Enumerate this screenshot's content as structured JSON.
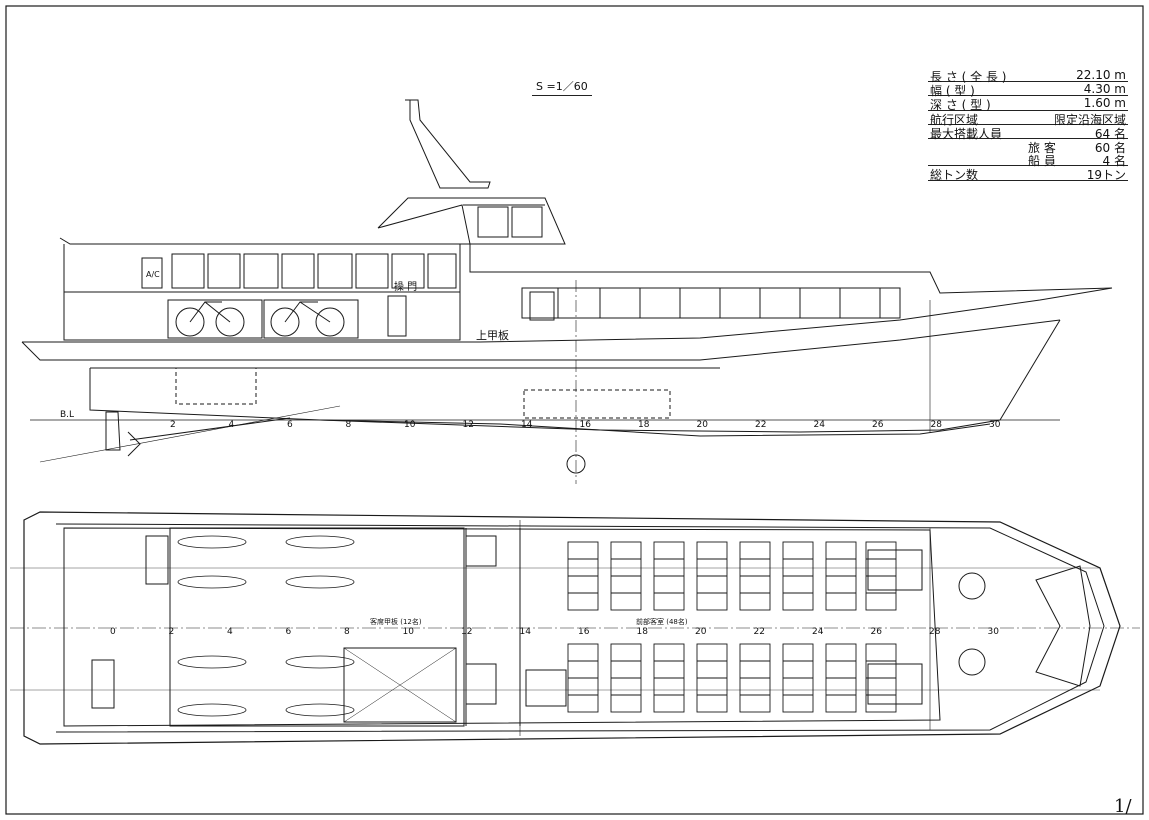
{
  "scale": "S =1／60",
  "page_number": "1/",
  "specs": [
    {
      "label": "長 さ ( 全 長 )",
      "value": "22.10 m",
      "indent": false
    },
    {
      "label": "幅 ( 型 )",
      "value": "4.30 m",
      "indent": false
    },
    {
      "label": "深 さ ( 型 )",
      "value": "1.60 m",
      "indent": false
    },
    {
      "label": "航行区域",
      "value": "限定沿海区域",
      "indent": false
    },
    {
      "label": "最大搭載人員",
      "value": "64 名",
      "indent": false
    },
    {
      "label": "旅 客",
      "value": "60 名",
      "indent": true
    },
    {
      "label": "船 員",
      "value": "4 名",
      "indent": true
    },
    {
      "label": "総トン数",
      "value": "19トン",
      "indent": false
    }
  ],
  "labels": {
    "upper_deck": "上甲板",
    "bridge": "操 門",
    "baseline": "B.L",
    "ac": "A/C",
    "aft_cabin": "客席甲板 (12名)",
    "fore_cabin": "前部客室 (48名)"
  },
  "frames_profile": [
    "2",
    "4",
    "6",
    "8",
    "10",
    "12",
    "14",
    "16",
    "18",
    "20",
    "22",
    "24",
    "26",
    "28",
    "30"
  ],
  "frames_plan": [
    "0",
    "2",
    "4",
    "6",
    "8",
    "10",
    "12",
    "14",
    "16",
    "18",
    "20",
    "22",
    "24",
    "26",
    "28",
    "30"
  ]
}
